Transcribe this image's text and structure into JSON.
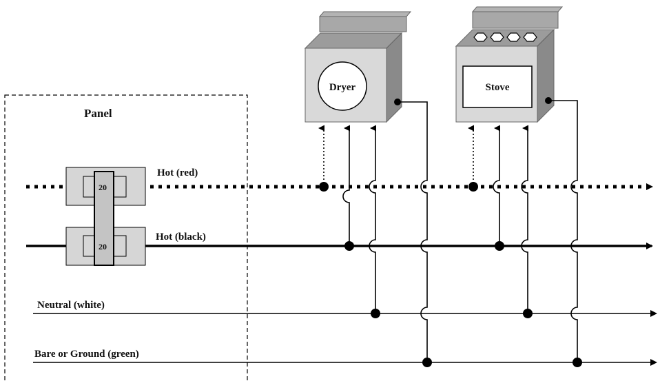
{
  "panel": {
    "title": "Panel",
    "breakers": [
      "20",
      "20"
    ]
  },
  "wires": {
    "hot_red": "Hot (red)",
    "hot_black": "Hot (black)",
    "neutral": "Neutral (white)",
    "ground": "Bare or Ground (green)"
  },
  "appliances": {
    "dryer": "Dryer",
    "stove": "Stove"
  },
  "colors": {
    "wire": "#000000",
    "appliance_front": "#d9d9d9",
    "appliance_top": "#a0a0a0",
    "appliance_side": "#8c8c8c",
    "breaker_bg": "#d6d6d6"
  }
}
